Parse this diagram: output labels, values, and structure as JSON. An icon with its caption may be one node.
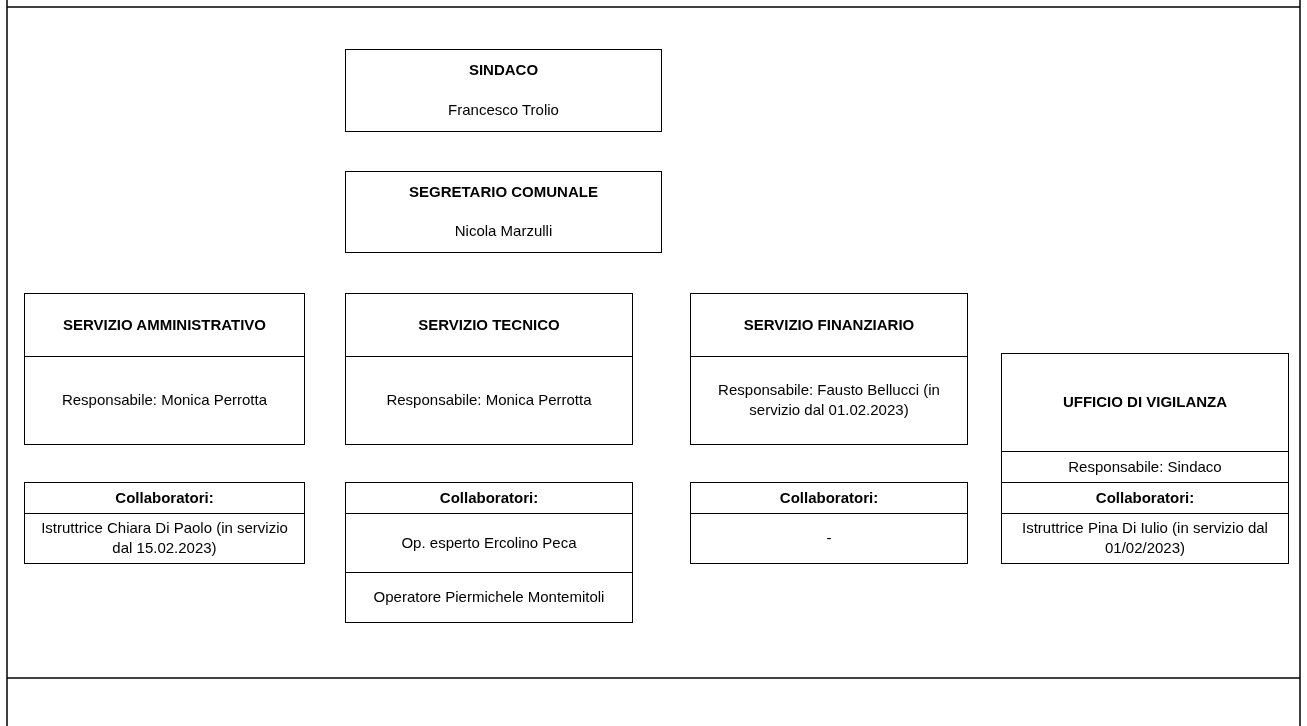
{
  "diagram": {
    "nodes": [
      {
        "text": [
          "SINDACO",
          "Francesco Trolio"
        ]
      },
      {
        "text": [
          "SEGRETARIO COMUNALE",
          "Nicola Marzulli"
        ]
      },
      {
        "text": [
          "SERVIZIO AMMINISTRATIVO",
          "Responsabile: Monica Perrotta"
        ]
      },
      {
        "text": [
          "SERVIZIO TECNICO",
          "Responsabile: Monica Perrotta"
        ]
      },
      {
        "text": [
          "SERVIZIO FINANZIARIO",
          "Responsabile: Fausto Bellucci (in servizio dal 01.02.2023)"
        ]
      },
      {
        "text": [
          "UFFICIO DI VIGILANZA",
          "Responsabile: Sindaco"
        ]
      },
      {
        "text": [
          "Collaboratori:",
          "Istruttrice Chiara Di Paolo (in servizio dal 15.02.2023)"
        ]
      },
      {
        "text": [
          "Collaboratori:",
          "Op. esperto Ercolino Peca",
          "Operatore Piermichele Montemitoli"
        ]
      },
      {
        "text": [
          "Collaboratori:",
          "-"
        ]
      },
      {
        "text": [
          "Collaboratori:",
          "Istruttrice Pina Di Iulio (in servizio dal 01/02/2023)"
        ]
      }
    ]
  }
}
